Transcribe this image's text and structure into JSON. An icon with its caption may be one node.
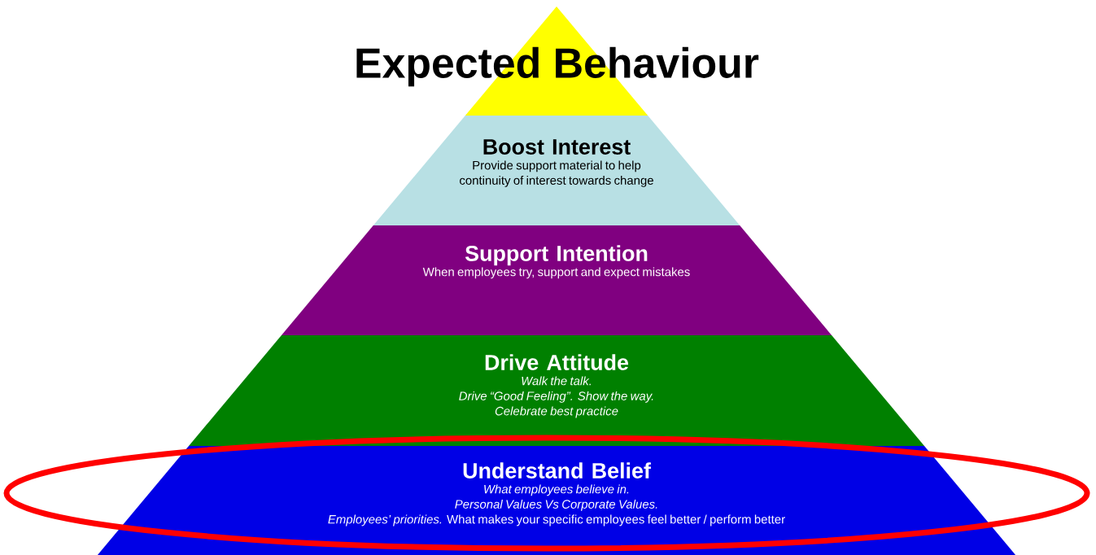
{
  "diagram": {
    "title": "Expected Behaviour",
    "nodes": [
      {
        "text": [],
        "shape": "triangle"
      },
      {
        "text": [
          "Boost Interest",
          "Provide support material to help continuity of interest towards change"
        ]
      },
      {
        "text": [
          "Support Intention",
          "When employees try, support and expect mistakes"
        ]
      },
      {
        "text": [
          "Drive Attitude",
          "Walk the talk.",
          "Drive “Good Feeling”. Show the way.",
          "Celebrate best practice"
        ]
      },
      {
        "text": [
          "Understand Belief",
          "What employees believe in.",
          "Personal Values Vs Corporate Values.",
          "*Employees’ priorities.* What makes your specific employees feel better / perform better"
        ]
      }
    ]
  }
}
